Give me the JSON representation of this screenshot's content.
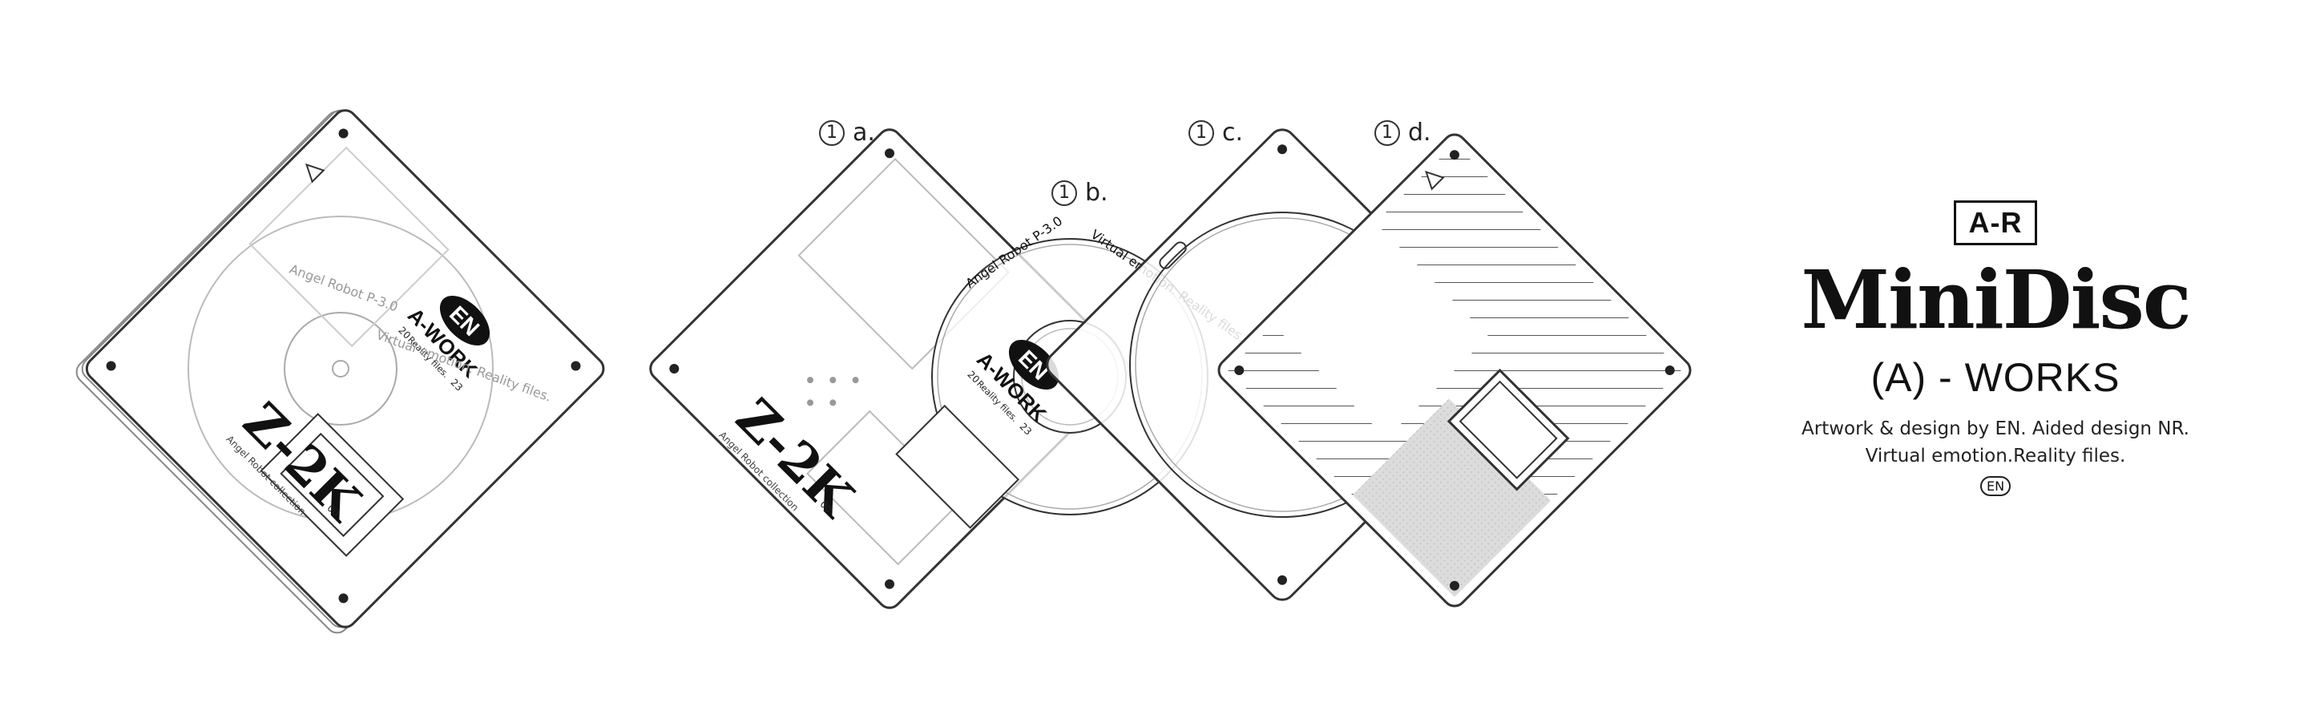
{
  "labels": {
    "a": "a.",
    "b": "b.",
    "c": "c.",
    "d": "d.",
    "num": "1"
  },
  "disc": {
    "model": "Z-2K",
    "model_suffix": "00",
    "collection": "Angel Robot collection",
    "brand_logo": "EN",
    "work": "A-WORK",
    "year_left": "20",
    "year_right": "23",
    "tagline_small": "Reality files.",
    "disc_title": "Angel Robot P-3.0",
    "disc_text": "Virtual emotion. Reality files."
  },
  "title_block": {
    "badge": "A-R",
    "brand": "MiniDisc",
    "subtitle": "(A) - WORKS",
    "credit_line1": "Artwork & design by EN. Aided design NR.",
    "credit_line2": "Virtual emotion.Reality files.",
    "mark": "EN"
  },
  "colors": {
    "line": "#333333",
    "fill_gray": "#d9d9d9",
    "text": "#111111"
  }
}
